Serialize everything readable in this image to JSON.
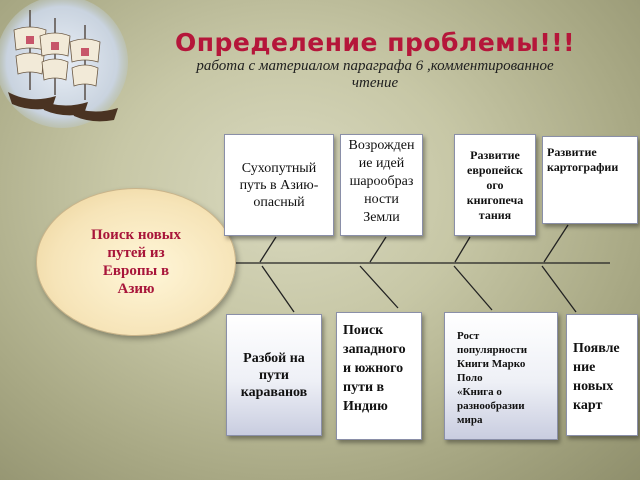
{
  "header": {
    "title": "Определение проблемы!!!",
    "subtitle_line1": "работа с материалом параграфа 6 ,комментированное",
    "subtitle_line2": "чтение"
  },
  "center": {
    "label_line1": "Поиск новых",
    "label_line2": "путей из",
    "label_line3": "Европы в",
    "label_line4": "Азию"
  },
  "top_boxes": [
    {
      "lines": [
        "Сухопутный",
        "путь в Азию-",
        "опасный"
      ]
    },
    {
      "lines": [
        "Возрожден",
        "ие идей",
        "шарообраз",
        "ности",
        "Земли"
      ]
    },
    {
      "lines": [
        "Развитие",
        "европейск",
        "ого",
        "книгопеча",
        "тания"
      ]
    },
    {
      "lines": [
        "Развитие",
        "картографии"
      ]
    }
  ],
  "bottom_boxes": [
    {
      "lines": [
        "Разбой на",
        "пути",
        "караванов"
      ]
    },
    {
      "lines": [
        "Поиск",
        "западного",
        "и южного",
        "пути в",
        "Индию"
      ]
    },
    {
      "lines": [
        "Рост",
        "популярности",
        "Книги Марко",
        "Поло",
        "«Книга о",
        "разнообразии",
        "мира"
      ]
    },
    {
      "lines": [
        "Появле",
        "ние",
        "новых",
        "карт"
      ]
    }
  ]
}
